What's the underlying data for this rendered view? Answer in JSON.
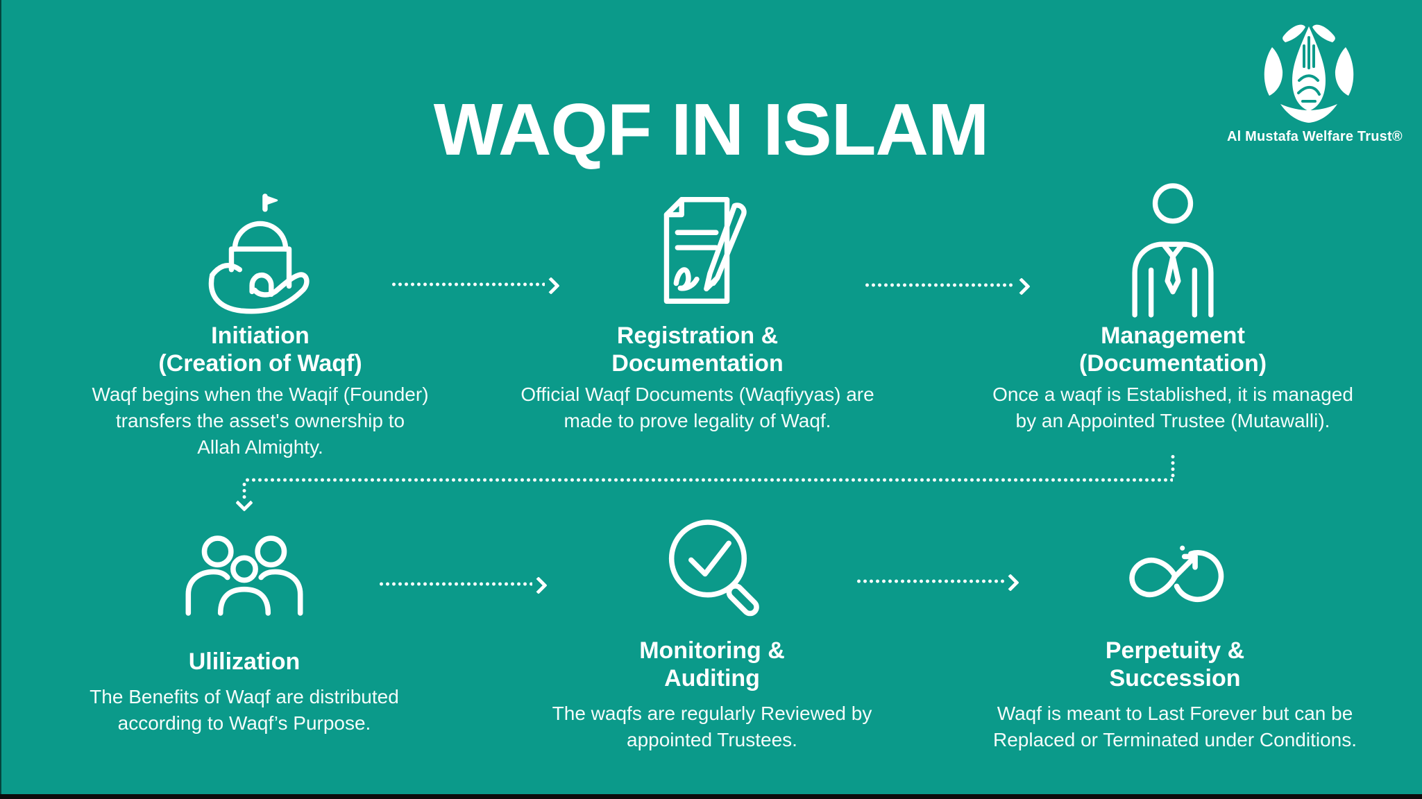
{
  "title": "WAQF IN ISLAM",
  "logo": {
    "name": "Al Mustafa Welfare Trust®",
    "icon": "globe-calligraphy-icon"
  },
  "colors": {
    "background": "#0b9a8a",
    "text": "#ffffff",
    "bottom_bar": "#0c0c0c"
  },
  "steps": [
    {
      "icon": "mosque-hand-icon",
      "title_lines": [
        "Initiation",
        "(Creation of Waqf)"
      ],
      "body_lines": [
        "Waqf begins when the Waqif (Founder)",
        "transfers the asset's ownership to",
        "Allah Almighty."
      ]
    },
    {
      "icon": "document-pen-icon",
      "title_lines": [
        "Registration &",
        "Documentation"
      ],
      "body_lines": [
        "Official Waqf Documents (Waqfiyyas) are",
        "made to prove legality of Waqf."
      ]
    },
    {
      "icon": "trustee-person-icon",
      "title_lines": [
        "Management",
        "(Documentation)"
      ],
      "body_lines": [
        "Once a waqf is Established, it is managed",
        "by an Appointed Trustee (Mutawalli)."
      ]
    },
    {
      "icon": "people-group-icon",
      "title_lines": [
        "Ulilization"
      ],
      "body_lines": [
        "The Benefits of Waqf are distributed",
        "according to Waqf’s Purpose."
      ]
    },
    {
      "icon": "magnifier-check-icon",
      "title_lines": [
        "Monitoring &",
        "Auditing"
      ],
      "body_lines": [
        "The waqfs are regularly Reviewed by",
        "appointed Trustees."
      ]
    },
    {
      "icon": "infinity-arrow-icon",
      "title_lines": [
        "Perpetuity &",
        "Succession"
      ],
      "body_lines": [
        "Waqf is meant to Last Forever but can be",
        "Replaced or Terminated under Conditions."
      ]
    }
  ]
}
